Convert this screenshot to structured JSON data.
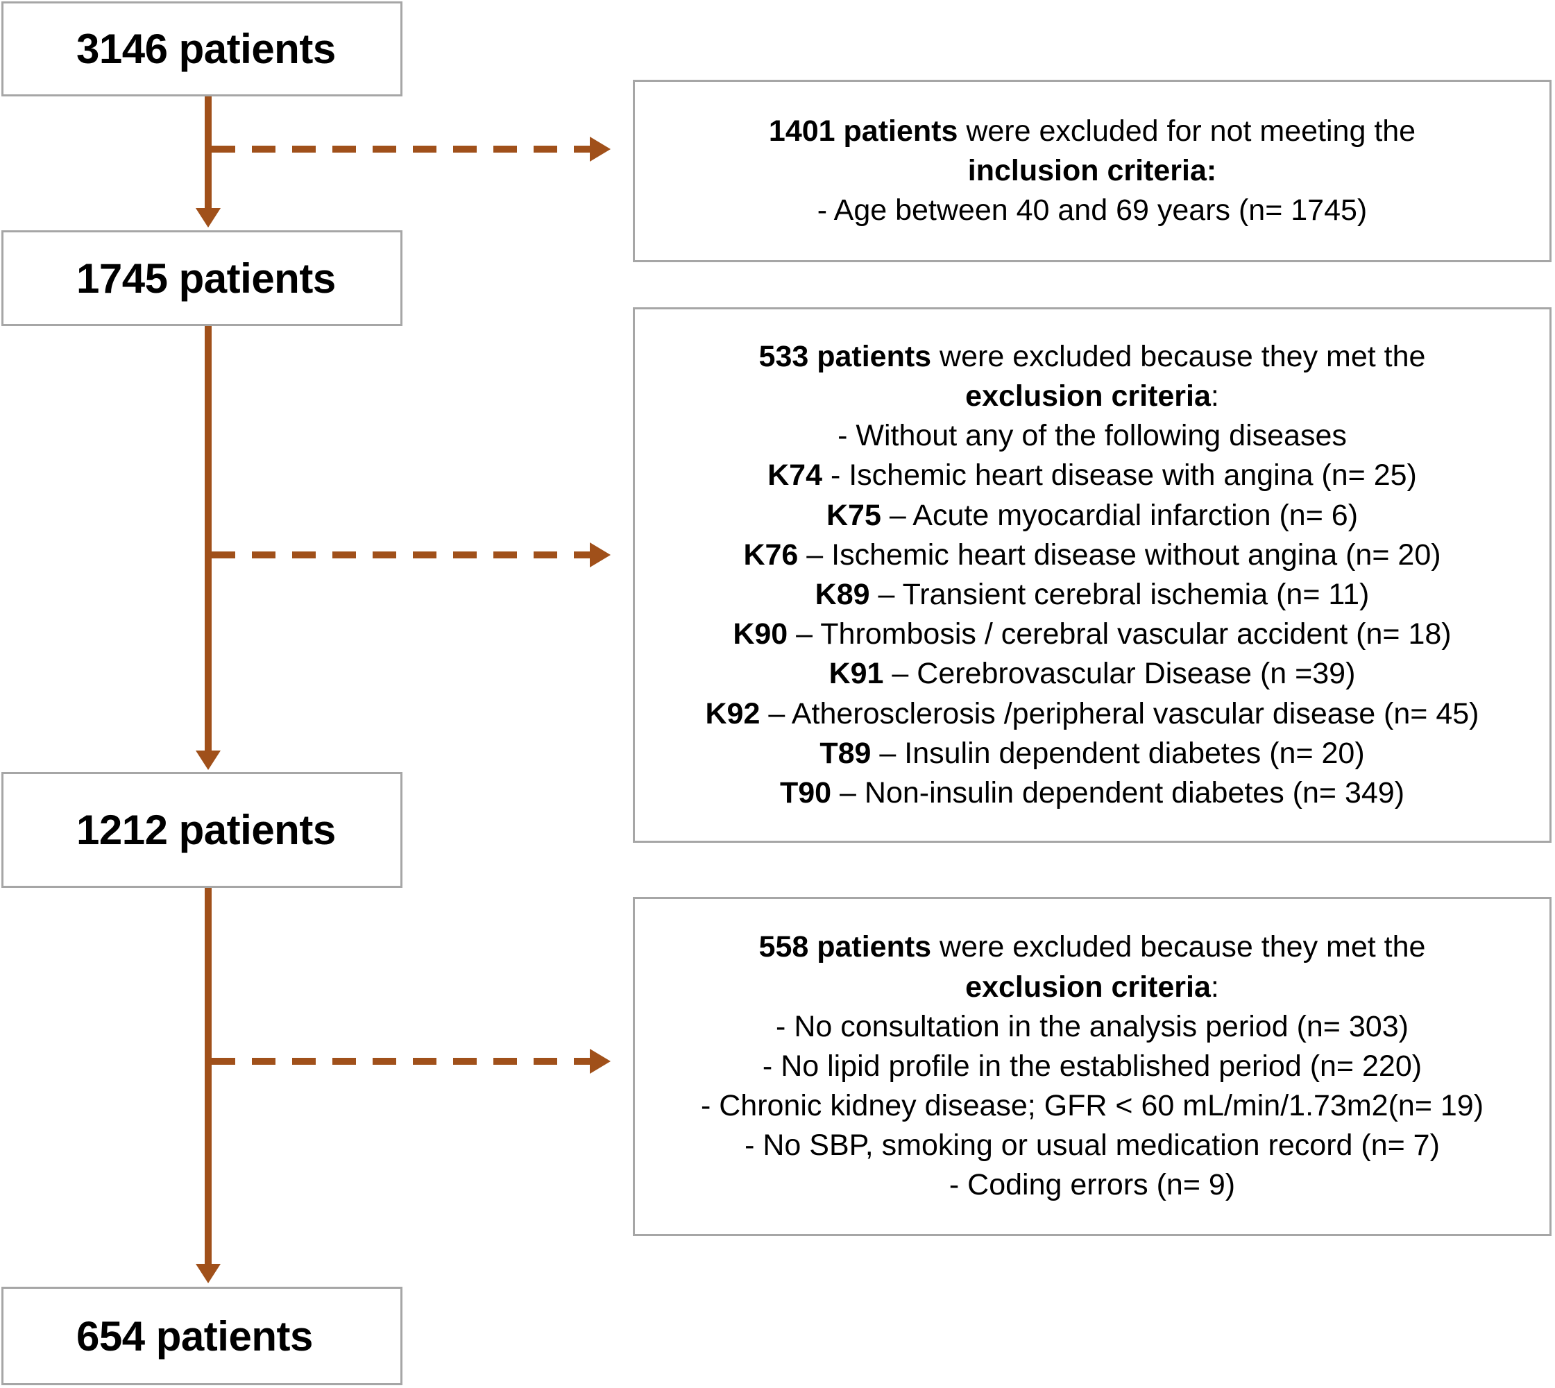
{
  "flow": {
    "nodes": [
      {
        "id": "n0",
        "label": "3146 patients"
      },
      {
        "id": "n1",
        "label": "1745 patients"
      },
      {
        "id": "n2",
        "label": "1212 patients"
      },
      {
        "id": "n3",
        "label": "654 patients"
      }
    ],
    "exclusions": [
      {
        "id": "e1",
        "lines": [
          {
            "bold_prefix": "1401 patients",
            "rest": " were excluded for not meeting the"
          },
          {
            "bold_prefix": "inclusion criteria:",
            "rest": ""
          },
          {
            "bold_prefix": "",
            "rest": "- Age between 40 and 69 years (n= 1745)"
          }
        ]
      },
      {
        "id": "e2",
        "lines": [
          {
            "bold_prefix": "533 patients",
            "rest": " were excluded because they met the"
          },
          {
            "bold_prefix": "exclusion criteria",
            "rest": ":"
          },
          {
            "bold_prefix": "",
            "rest": "- Without any of the following diseases"
          },
          {
            "bold_prefix": "K74",
            "rest": " - Ischemic heart disease with angina (n= 25)"
          },
          {
            "bold_prefix": "K75",
            "rest": " – Acute myocardial infarction (n= 6)"
          },
          {
            "bold_prefix": "K76",
            "rest": " – Ischemic heart disease without angina (n= 20)"
          },
          {
            "bold_prefix": "K89",
            "rest": " – Transient cerebral ischemia (n= 11)"
          },
          {
            "bold_prefix": "K90",
            "rest": " – Thrombosis / cerebral vascular accident (n= 18)"
          },
          {
            "bold_prefix": "K91",
            "rest": " – Cerebrovascular Disease (n =39)"
          },
          {
            "bold_prefix": "K92",
            "rest": " – Atherosclerosis /peripheral vascular disease (n= 45)"
          },
          {
            "bold_prefix": "T89",
            "rest": " – Insulin dependent diabetes (n= 20)"
          },
          {
            "bold_prefix": "T90",
            "rest": " – Non-insulin dependent diabetes (n= 349)"
          }
        ]
      },
      {
        "id": "e3",
        "lines": [
          {
            "bold_prefix": "558 patients",
            "rest": " were excluded because they met the"
          },
          {
            "bold_prefix": "exclusion criteria",
            "rest": ":"
          },
          {
            "bold_prefix": "",
            "rest": "- No consultation in the analysis period (n= 303)"
          },
          {
            "bold_prefix": "",
            "rest": "- No lipid profile in the established period (n= 220)"
          },
          {
            "bold_prefix": "",
            "rest": "- Chronic kidney disease; GFR < 60 mL/min/1.73m2(n= 19)"
          },
          {
            "bold_prefix": "",
            "rest": "- No SBP, smoking or usual medication record (n= 7)"
          },
          {
            "bold_prefix": "",
            "rest": "- Coding errors (n= 9)"
          }
        ]
      }
    ],
    "colors": {
      "connector": "#a0501a",
      "box_border": "#a6a6a6",
      "text": "#000000",
      "background": "#ffffff"
    }
  }
}
